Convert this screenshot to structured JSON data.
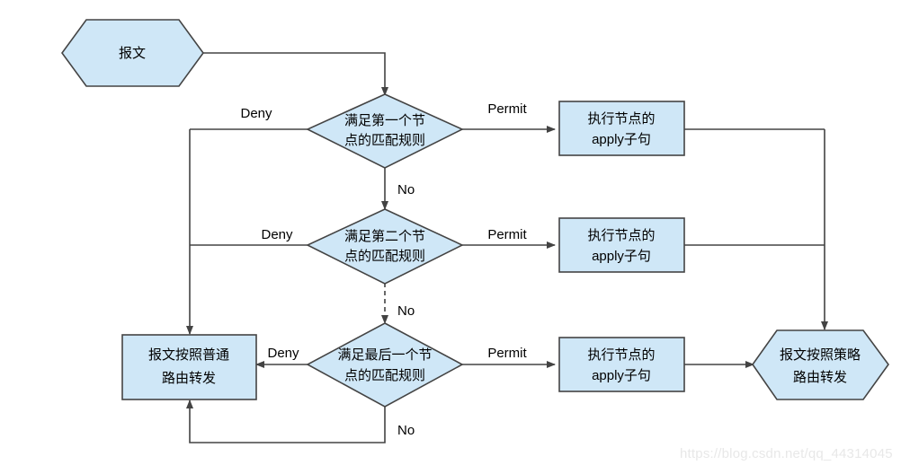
{
  "diagram": {
    "title": "Policy routing node matching flowchart",
    "colors": {
      "node_fill": "#cfe7f7",
      "node_stroke": "#444444",
      "edge_stroke": "#434343",
      "text": "#000000",
      "watermark": "#e8e8e8",
      "background": "#ffffff"
    },
    "nodes": {
      "start": {
        "shape": "hexagon",
        "label": "报文"
      },
      "decision1": {
        "shape": "diamond",
        "line1": "满足第一个节",
        "line2": "点的匹配规则"
      },
      "decision2": {
        "shape": "diamond",
        "line1": "满足第二个节",
        "line2": "点的匹配规则"
      },
      "decision3": {
        "shape": "diamond",
        "line1": "满足最后一个节",
        "line2": "点的匹配规则"
      },
      "apply1": {
        "shape": "rectangle",
        "line1": "执行节点的",
        "line2": "apply子句"
      },
      "apply2": {
        "shape": "rectangle",
        "line1": "执行节点的",
        "line2": "apply子句"
      },
      "apply3": {
        "shape": "rectangle",
        "line1": "执行节点的",
        "line2": "apply子句"
      },
      "normal_forward": {
        "shape": "rectangle",
        "line1": "报文按照普通",
        "line2": "路由转发"
      },
      "policy_forward": {
        "shape": "hexagon",
        "line1": "报文按照策略",
        "line2": "路由转发"
      }
    },
    "edge_labels": {
      "deny1": "Deny",
      "deny2": "Deny",
      "deny3": "Deny",
      "permit1": "Permit",
      "permit2": "Permit",
      "permit3": "Permit",
      "no1": "No",
      "no2": "No",
      "no3": "No"
    },
    "watermark": "https://blog.csdn.net/qq_44314045"
  }
}
